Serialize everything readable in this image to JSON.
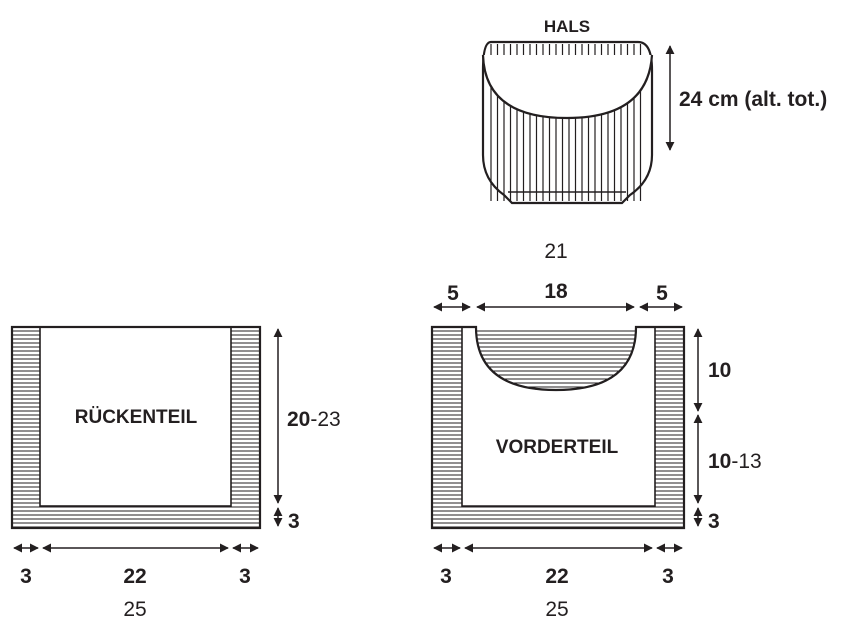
{
  "hals": {
    "title": "HALS",
    "height_label": "24 cm (alt. tot.)"
  },
  "back": {
    "title": "RÜCKENTEIL",
    "height_bold": "20",
    "height_rest": "-23",
    "rib_height": "3",
    "side_left": "3",
    "width_bold": "22",
    "side_right": "3",
    "width_total": "25"
  },
  "front": {
    "title": "VORDERTEIL",
    "top_total": "21",
    "shoulder_left": "5",
    "neck_width": "18",
    "shoulder_right": "5",
    "neck_depth": "10",
    "height_bold": "10",
    "height_rest": "-13",
    "rib_height": "3",
    "side_left": "3",
    "width_bold": "22",
    "side_right": "3",
    "width_total": "25"
  },
  "colors": {
    "line": "#231f20",
    "background": "#ffffff"
  }
}
